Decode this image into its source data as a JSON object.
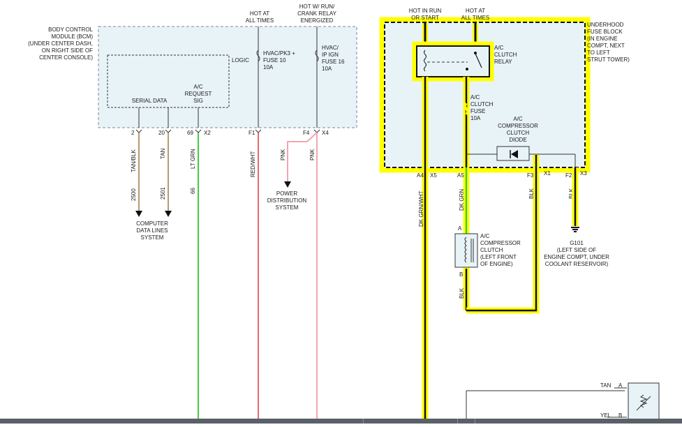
{
  "top_labels": {
    "hot_at_all_times_left": [
      "HOT AT",
      "ALL TIMES"
    ],
    "hot_run_crank": [
      "HOT W/ RUN/",
      "CRANK RELAY",
      "ENERGIZED"
    ],
    "hot_run_start": [
      "HOT IN RUN",
      "OR START"
    ],
    "hot_at_all_times_right": [
      "HOT AT",
      "ALL TIMES"
    ]
  },
  "bcm": {
    "label": [
      "BODY CONTROL",
      "MODULE (BCM)",
      "(UNDER CENTER DASH,",
      "ON RIGHT SIDE OF",
      "CENTER CONSOLE)"
    ],
    "logic": "LOGIC",
    "serial_data": "SERIAL DATA",
    "ac_request": [
      "A/C",
      "REQUEST",
      "SIG"
    ],
    "fuse10": [
      "HVAC/PK3 +",
      "FUSE 10",
      "10A"
    ],
    "fuse16": [
      "HVAC/",
      "IP IGN",
      "FUSE 16",
      "10A"
    ]
  },
  "pins": {
    "p2": "2",
    "p20": "20",
    "p69": "69",
    "x2": "X2",
    "f1": "F1",
    "f4": "F4",
    "x4": "X4",
    "a4": "A4",
    "x5": "X5",
    "a5": "A5",
    "f3": "F3",
    "x1": "X1",
    "f2": "F2",
    "x3": "X3",
    "conn_a": "A",
    "conn_b": "B"
  },
  "wires": {
    "tan_blk": "TAN/BLK",
    "tan": "TAN",
    "lt_grn": "LT GRN",
    "red_wht": "RED/WHT",
    "pnk1": "PNK",
    "pnk2": "PNK",
    "dk_grn_wht": "DK GRN/WHT",
    "dk_grn": "DK GRN",
    "blk1": "BLK",
    "blk2": "BLK",
    "blk3": "BLK",
    "c2500": "2500",
    "c2501": "2501",
    "c66": "66"
  },
  "destinations": {
    "computer_data": [
      "COMPUTER",
      "DATA LINES",
      "SYSTEM"
    ],
    "power_dist": [
      "POWER",
      "DISTRIBUTION",
      "SYSTEM"
    ]
  },
  "underhood": {
    "label": [
      "UNDERHOOD",
      "FUSE BLOCK",
      "(IN ENGINE",
      "COMPT, NEXT",
      "TO LEFT",
      "STRUT TOWER)"
    ],
    "relay": [
      "A/C",
      "CLUTCH",
      "RELAY"
    ],
    "fuse": [
      "A/C",
      "CLUTCH",
      "FUSE",
      "10A"
    ],
    "diode": [
      "A/C",
      "COMPRESSOR",
      "CLUTCH",
      "DIODE"
    ]
  },
  "compressor": [
    "A/C",
    "COMPRESSOR",
    "CLUTCH",
    "(LEFT FRONT",
    "OF ENGINE)"
  ],
  "ground": [
    "G101",
    "(LEFT SIDE OF",
    "ENGINE COMPT, UNDER",
    "COOLANT RESERVOIR)"
  ],
  "sensor": {
    "tan": "TAN",
    "yel": "YEL",
    "pin_a": "A",
    "pin_b": "B"
  },
  "colors": {
    "highlight": "#ffff00",
    "box_fill": "#e8f3f8",
    "tan_wire": "#b39a72",
    "green_wire": "#3fcf3f",
    "red_wire": "#e26a6a",
    "pink_wire": "#f3a6b0"
  }
}
